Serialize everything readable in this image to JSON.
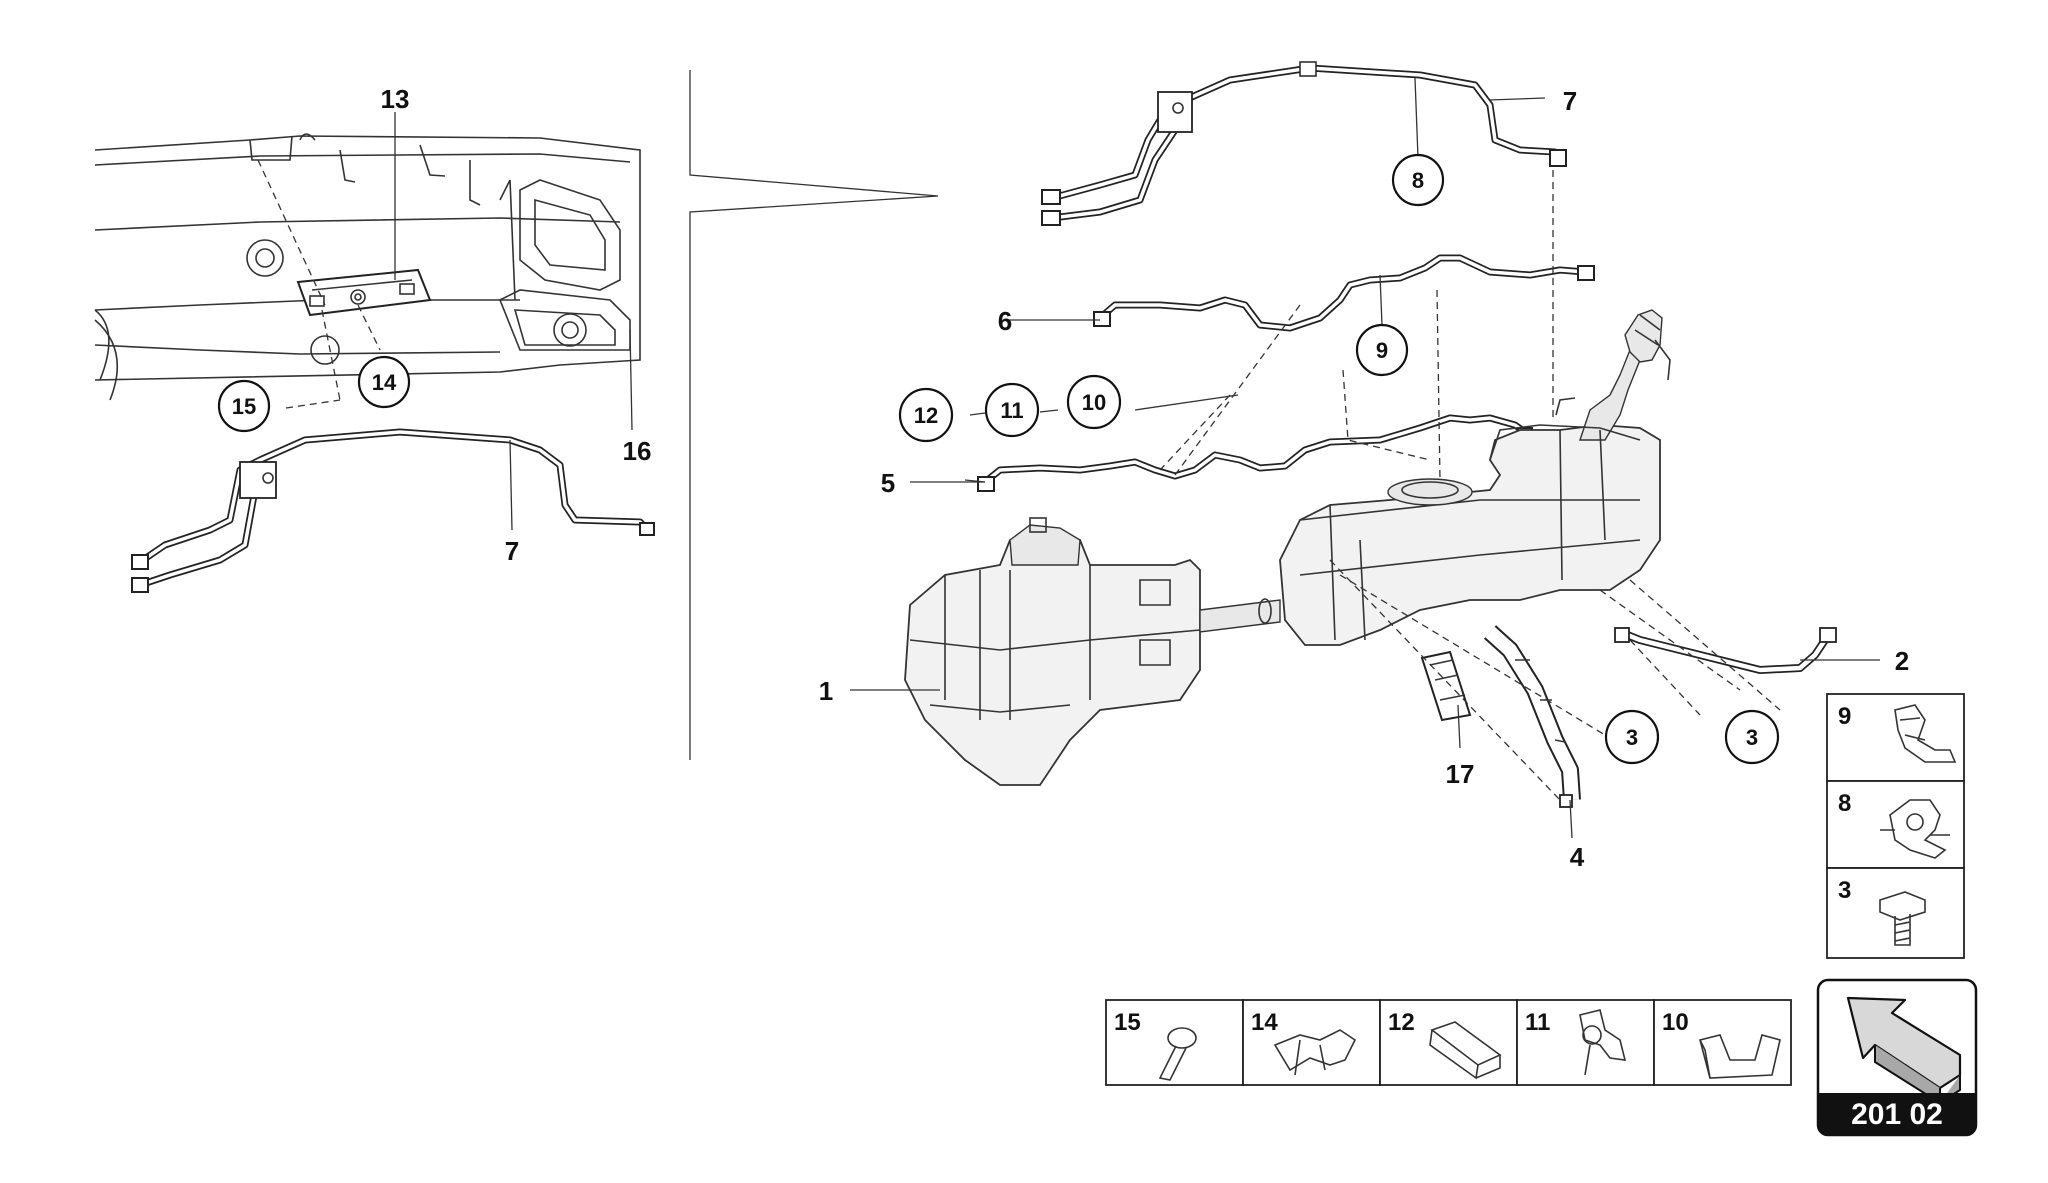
{
  "callouts": {
    "c1": "1",
    "c2": "2",
    "c3a": "3",
    "c3b": "3",
    "c4": "4",
    "c5": "5",
    "c6": "6",
    "c7a": "7",
    "c7b": "7",
    "c8": "8",
    "c9": "9",
    "c10": "10",
    "c11": "11",
    "c12": "12",
    "c13": "13",
    "c14": "14",
    "c15": "15",
    "c16": "16",
    "c17": "17"
  },
  "legend_side": {
    "items": [
      {
        "num": "9"
      },
      {
        "num": "8"
      },
      {
        "num": "3"
      }
    ]
  },
  "legend_bottom": {
    "items": [
      {
        "num": "15"
      },
      {
        "num": "14"
      },
      {
        "num": "12"
      },
      {
        "num": "11"
      },
      {
        "num": "10"
      }
    ]
  },
  "page_code": "201 02",
  "colors": {
    "outline": "#333333",
    "badge_bg": "#111111",
    "badge_text": "#ffffff",
    "tank_fill": "#f2f2f2"
  },
  "icons": {
    "nav": "arrow-up-left-icon"
  }
}
